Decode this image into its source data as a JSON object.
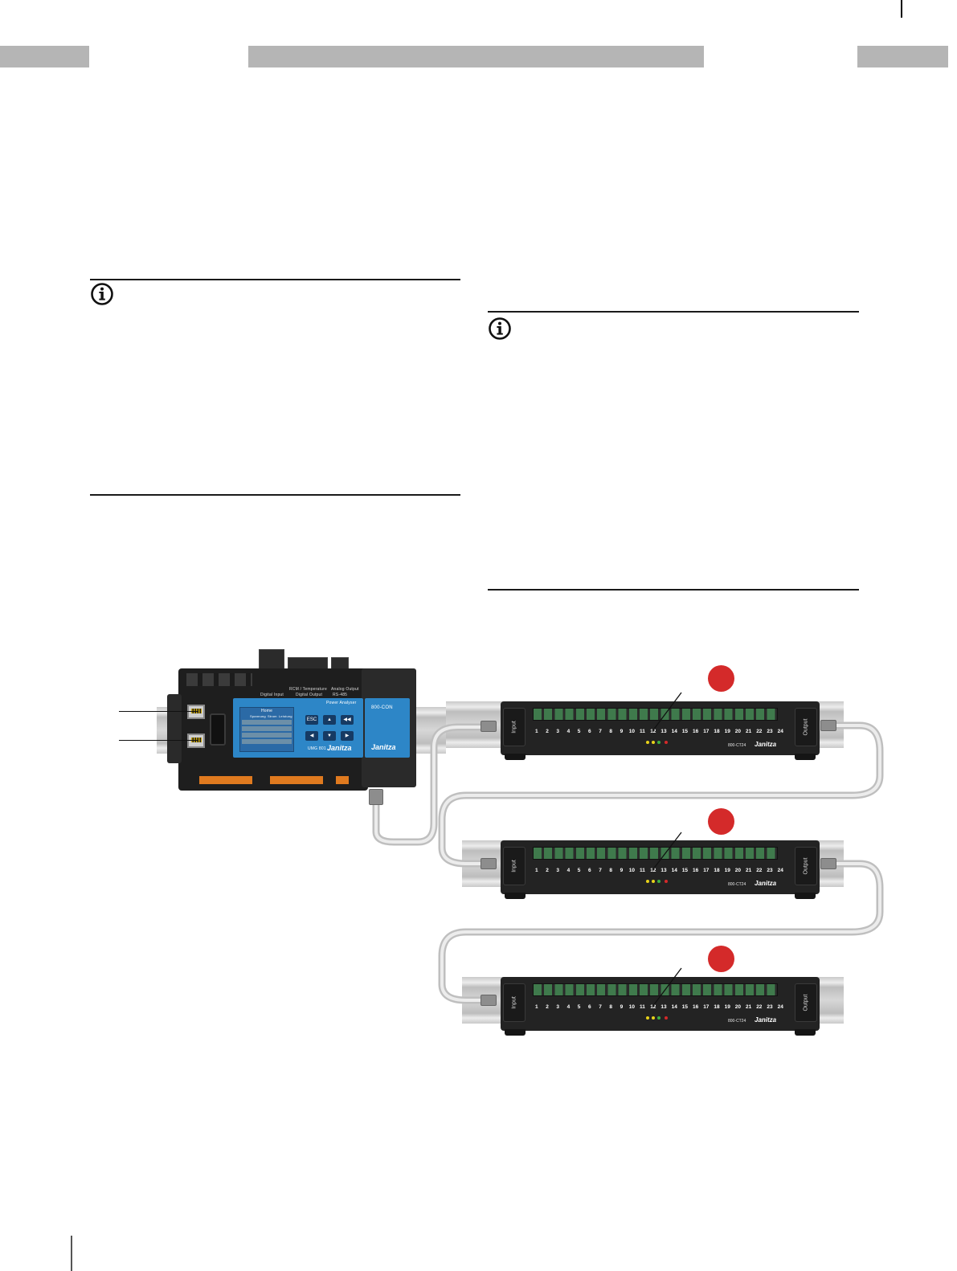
{
  "header": {
    "segments": 3
  },
  "notes": [
    {
      "icon": "info-icon"
    },
    {
      "icon": "info-icon"
    }
  ],
  "figure": {
    "main_device": {
      "brand": "Janitza",
      "model": "UMG 801",
      "module": "800-CON",
      "screen_title": "Power Analyser",
      "display_header": "Home",
      "display_cols": [
        "Spannung",
        "Strom",
        "Leistung"
      ],
      "keys": [
        "ESC",
        "▲",
        "◀◀",
        "◀",
        "▼",
        "▶"
      ],
      "top_labels": [
        "Digital Input",
        "RCM / Temperature",
        "Digital Output",
        "Analog Output",
        "RS-485"
      ]
    },
    "ct_modules": [
      {
        "input_label": "Input",
        "output_label": "Output",
        "model": "800-CT24",
        "brand": "Janitza"
      },
      {
        "input_label": "Input",
        "output_label": "Output",
        "model": "800-CT24",
        "brand": "Janitza"
      },
      {
        "input_label": "Input",
        "output_label": "Output",
        "model": "800-CT24",
        "brand": "Janitza"
      }
    ],
    "channel_numbers": [
      "1",
      "2",
      "3",
      "4",
      "5",
      "6",
      "7",
      "8",
      "9",
      "10",
      "11",
      "12",
      "13",
      "14",
      "15",
      "16",
      "17",
      "18",
      "19",
      "20",
      "21",
      "22",
      "23",
      "24"
    ],
    "led_colors": [
      "#e8d21a",
      "#e8d21a",
      "#3cb043",
      "#d42a2a"
    ],
    "accent_red": "#d42a2a",
    "display_blue": "#2d86c7"
  }
}
